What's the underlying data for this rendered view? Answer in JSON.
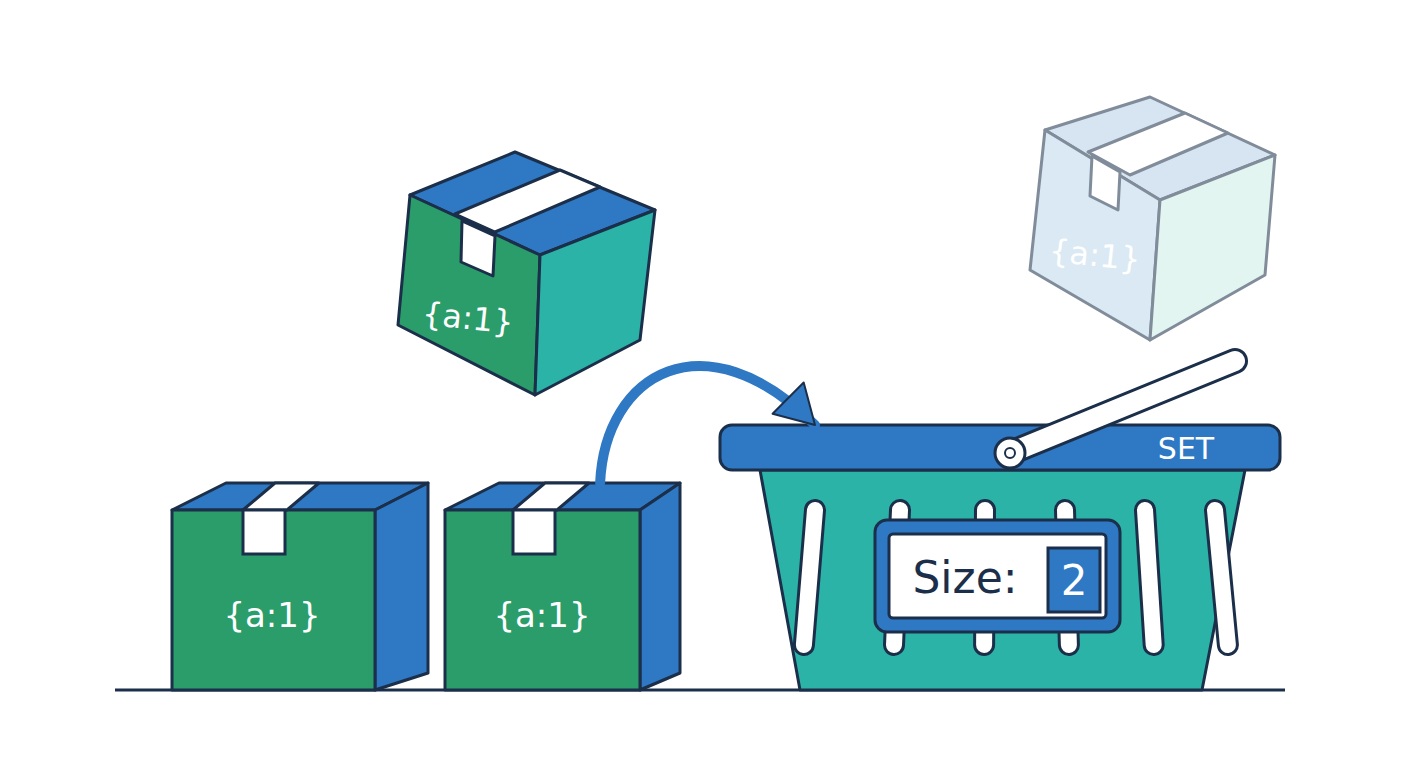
{
  "diagram": {
    "nodes": [
      {
        "text": [
          "{a:1}"
        ]
      },
      {
        "text": [
          "{a:1}"
        ]
      },
      {
        "text": [
          "{a:1}"
        ]
      },
      {
        "text": [
          "{a:1}"
        ]
      },
      {
        "text": [
          "SET"
        ]
      },
      {
        "text": [
          "Size:"
        ],
        "in": 4
      },
      {
        "text": [
          "2"
        ],
        "in": 5
      }
    ],
    "edges": [
      {
        "from": 1,
        "to": 4,
        "arrow": "to"
      }
    ]
  }
}
